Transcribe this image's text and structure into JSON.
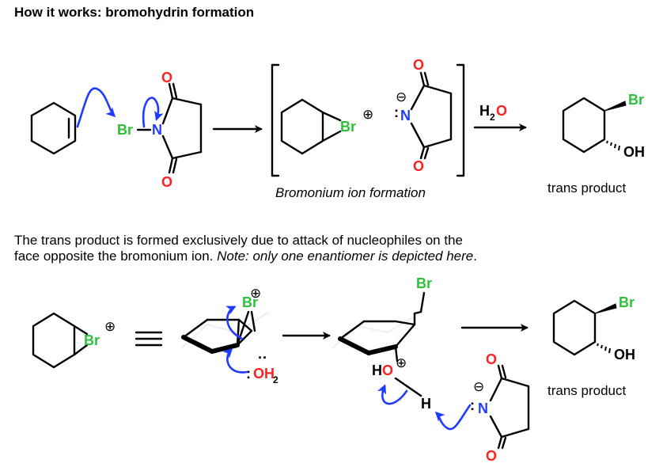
{
  "title": "How it works: bromohydrin formation",
  "labels": {
    "br": "Br",
    "n": "N",
    "o": "O",
    "oh": "OH",
    "h": "H",
    "ho": "HO",
    "h2o_reagent_h": "H",
    "h2o_reagent_sub": "2",
    "h2o_reagent_o": "O",
    "oh2_o": "OH",
    "oh2_sub": "2",
    "lone_pair_colon": ":",
    "lone_pair_dots": "··",
    "plus": "⊕",
    "minus": "⊖"
  },
  "captions": {
    "bromonium": "Bromonium ion formation",
    "trans_product_1": "trans product",
    "trans_product_2": "trans product"
  },
  "paragraph": {
    "line1": "The trans product is formed exclusively due to attack of nucleophiles on the",
    "line2_prefix": "face opposite the bromonium ion. ",
    "line2_note": "Note: only one enantiomer is depicted here",
    "line2_suffix": "."
  },
  "colors": {
    "bromine": "#2fc03a",
    "oxygen": "#ff2020",
    "nitrogen": "#1f3bff",
    "arrow": "#1f3bff"
  }
}
